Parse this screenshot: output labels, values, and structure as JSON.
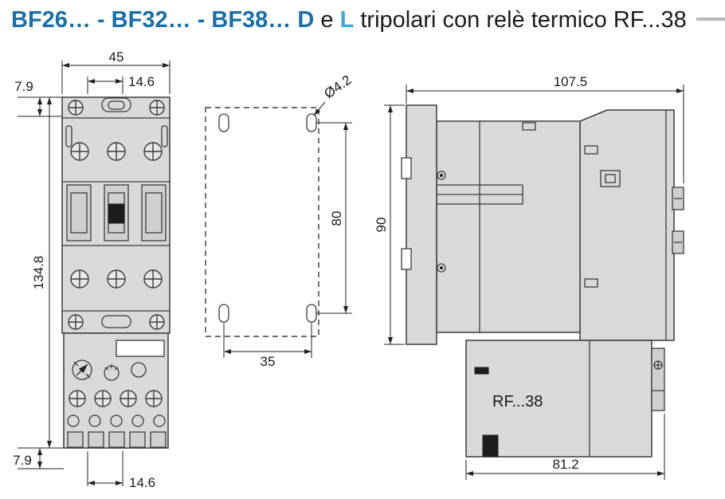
{
  "title": {
    "models": "BF26… - BF32… - BF38…",
    "variant_d": "D",
    "conjunction": "e",
    "variant_l": "L",
    "description": "tripolari con relè termico RF...38"
  },
  "front_view": {
    "dim_width": "45",
    "dim_hole_spacing_top": "14.6",
    "dim_offset_top": "7.9",
    "dim_height": "134.8",
    "dim_offset_bottom": "7.9",
    "dim_hole_spacing_bottom": "14.6"
  },
  "hole_pattern": {
    "hole_diameter": "Ø4.2",
    "dim_vertical": "80",
    "dim_horizontal": "35"
  },
  "side_view": {
    "dim_width": "107.5",
    "dim_height": "90",
    "relay_label": "RF...38",
    "dim_relay_width": "81.2"
  },
  "colors": {
    "accent_blue": "#1a6fa8",
    "accent_cyan": "#3aa7d8",
    "body_fill": "#d9d9d9",
    "line_color": "#3c3c3c"
  }
}
